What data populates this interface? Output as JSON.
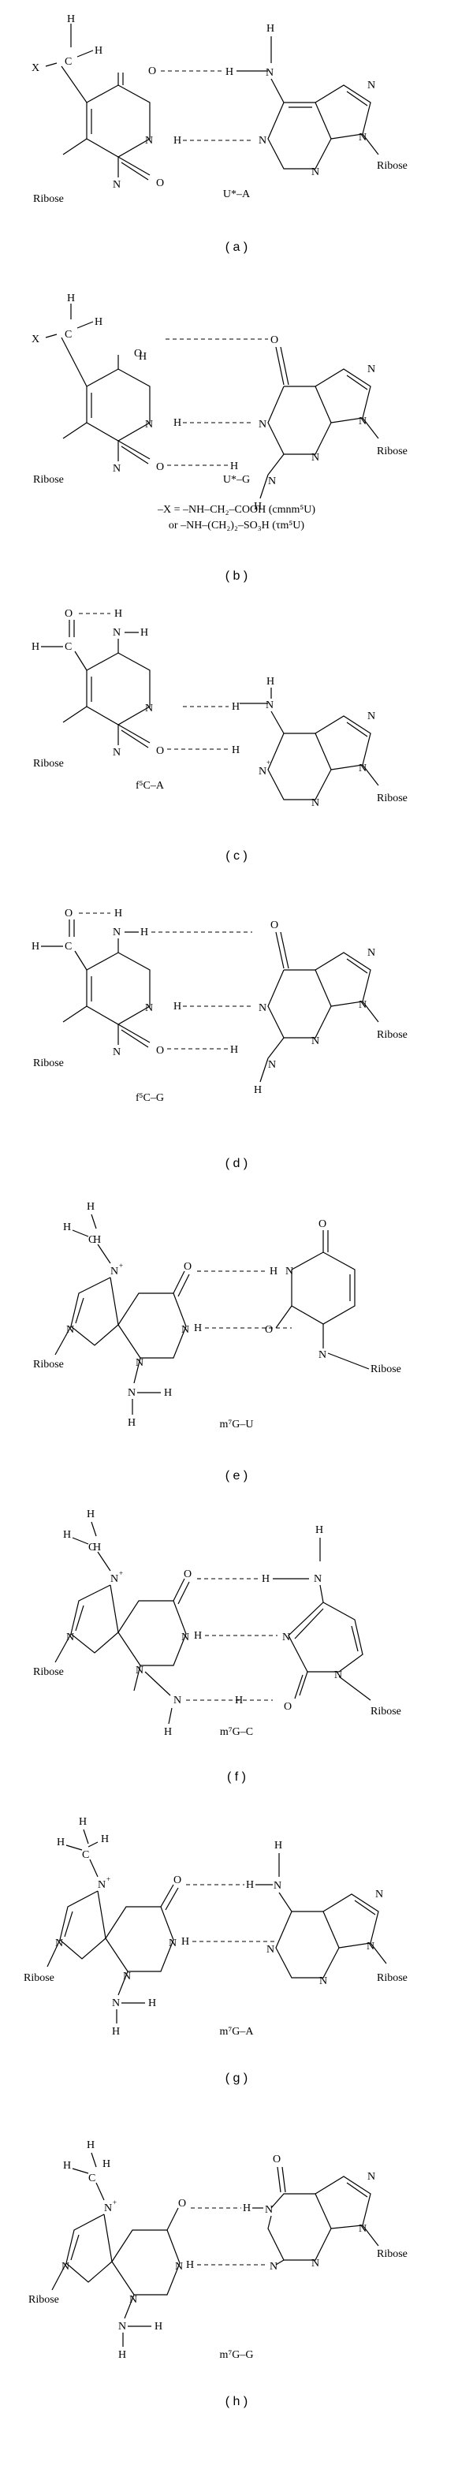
{
  "panels": [
    {
      "id": "a",
      "tag": "( a )",
      "pair": "U*–A",
      "notes": []
    },
    {
      "id": "b",
      "tag": "( b )",
      "pair": "U*–G",
      "notes": [
        "–X = –NH–CH₂–COOH (cmnm⁵U)",
        "or –NH–(CH₂)₂–SO₃H (τm⁵U)"
      ]
    },
    {
      "id": "c",
      "tag": "( c )",
      "pair": "f⁵C–A",
      "notes": []
    },
    {
      "id": "d",
      "tag": "( d )",
      "pair": "f⁵C–G",
      "notes": []
    },
    {
      "id": "e",
      "tag": "( e )",
      "pair": "m⁷G–U",
      "notes": []
    },
    {
      "id": "f",
      "tag": "( f )",
      "pair": "m⁷G–C",
      "notes": []
    },
    {
      "id": "g",
      "tag": "( g )",
      "pair": "m⁷G–A",
      "notes": []
    },
    {
      "id": "h",
      "tag": "( h )",
      "pair": "m⁷G–G",
      "notes": []
    }
  ],
  "atoms": {
    "hydrogen": "H",
    "carbon": "C",
    "nitrogen": "N",
    "oxygen": "O",
    "substituent": "X",
    "sugar": "Ribose",
    "plus": "+"
  }
}
